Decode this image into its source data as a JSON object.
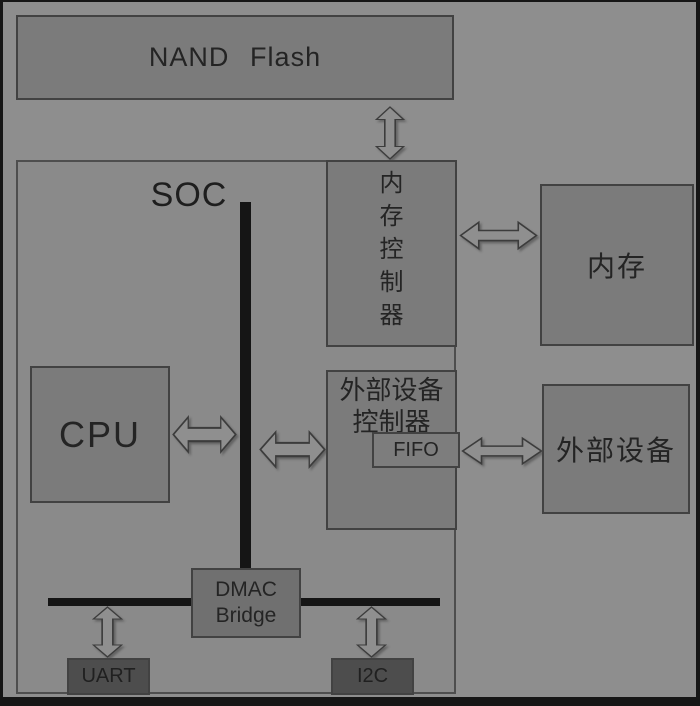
{
  "colors": {
    "bg": "#8e8e8e",
    "soc": "#8a8a8a",
    "box": "#7b7b7b",
    "box-dark": "#4d4d4d",
    "dmac": "#707070",
    "fifo": "#7d7d7d",
    "border": "#424242",
    "bus": "#151515",
    "text": "#242424",
    "arrow-fill": "#8f8f8f",
    "arrow-stroke": "#3c3c3c",
    "frame": "#161616"
  },
  "nodes": {
    "nand": "NAND Flash",
    "soc": "SOC",
    "mem_ctrl": "内存控制器",
    "memory": "内存",
    "cpu": "CPU",
    "ext_ctrl": "外部设备控制器",
    "fifo": "FIFO",
    "ext_device": "外部设备",
    "dmac": "DMAC Bridge",
    "uart": "UART",
    "i2c": "I2C"
  }
}
